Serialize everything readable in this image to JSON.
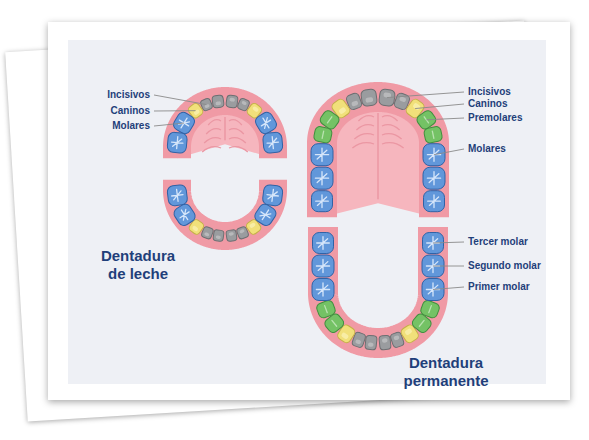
{
  "diagram": {
    "labels": [
      "Incisivos",
      "Caninos",
      "Molares",
      "Dentadura de leche",
      "Incisivos",
      "Caninos",
      "Premolares",
      "Molares",
      "Tercer molar",
      "Segundo molar",
      "Primer molar",
      "Dentadura permanente"
    ]
  }
}
